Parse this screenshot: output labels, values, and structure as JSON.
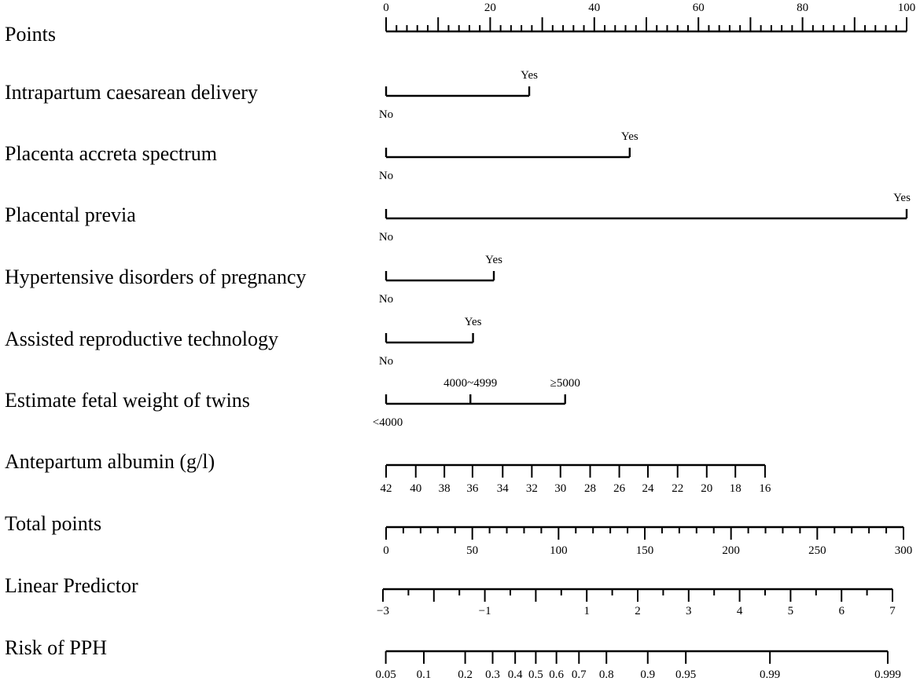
{
  "chart_data": {
    "type": "nomogram",
    "colors": {
      "line": "#000000",
      "text": "#000000",
      "background": "#ffffff"
    },
    "rows": [
      {
        "label": "Points",
        "kind": "scale",
        "ticks": [
          {
            "value": 0,
            "label": "0"
          },
          {
            "value": 20,
            "label": "20"
          },
          {
            "value": 40,
            "label": "40"
          },
          {
            "value": 60,
            "label": "60"
          },
          {
            "value": 80,
            "label": "80"
          },
          {
            "value": 100,
            "label": "100"
          }
        ],
        "minor_step": 2,
        "mid_step": 10,
        "labels_above": true
      },
      {
        "label": "Intrapartum caesarean delivery",
        "kind": "categorical",
        "levels": [
          {
            "label": "No",
            "points": 0
          },
          {
            "label": "Yes",
            "points": 27.5
          }
        ]
      },
      {
        "label": "Placenta accreta spectrum",
        "kind": "categorical",
        "levels": [
          {
            "label": "No",
            "points": 0
          },
          {
            "label": "Yes",
            "points": 46.8
          }
        ]
      },
      {
        "label": "Placental previa",
        "kind": "categorical",
        "levels": [
          {
            "label": "No",
            "points": 0
          },
          {
            "label": "Yes",
            "points": 100
          }
        ]
      },
      {
        "label": "Hypertensive disorders of pregnancy",
        "kind": "categorical",
        "levels": [
          {
            "label": "No",
            "points": 0
          },
          {
            "label": "Yes",
            "points": 20.7
          }
        ]
      },
      {
        "label": "Assisted reproductive technology",
        "kind": "categorical",
        "levels": [
          {
            "label": "No",
            "points": 0
          },
          {
            "label": "Yes",
            "points": 16.7
          }
        ]
      },
      {
        "label": "Estimate fetal weight of twins",
        "kind": "categorical",
        "levels": [
          {
            "label": "<4000",
            "points": 0
          },
          {
            "label": "4000~4999",
            "points": 16.2
          },
          {
            "label": "≥5000",
            "points": 34.4
          }
        ]
      },
      {
        "label": "Antepartum albumin (g/l)",
        "kind": "continuous",
        "ticks": [
          {
            "label": "42",
            "points": 0
          },
          {
            "label": "40",
            "points": 5.7
          },
          {
            "label": "38",
            "points": 11.2
          },
          {
            "label": "36",
            "points": 16.6
          },
          {
            "label": "34",
            "points": 22.4
          },
          {
            "label": "32",
            "points": 28.0
          },
          {
            "label": "30",
            "points": 33.5
          },
          {
            "label": "28",
            "points": 39.2
          },
          {
            "label": "26",
            "points": 44.8
          },
          {
            "label": "24",
            "points": 50.3
          },
          {
            "label": "22",
            "points": 56.0
          },
          {
            "label": "20",
            "points": 61.6
          },
          {
            "label": "18",
            "points": 67.1
          },
          {
            "label": "16",
            "points": 72.8
          }
        ]
      },
      {
        "label": "Total  points",
        "kind": "scale",
        "ticks": [
          {
            "value": 0,
            "label": "0"
          },
          {
            "value": 50,
            "label": "50"
          },
          {
            "value": 100,
            "label": "100"
          },
          {
            "value": 150,
            "label": "150"
          },
          {
            "value": 200,
            "label": "200"
          },
          {
            "value": 250,
            "label": "250"
          },
          {
            "value": 300,
            "label": "300"
          }
        ],
        "minor_step": 10,
        "mid_step": 50,
        "labels_above": false
      },
      {
        "label": "Linear Predictor",
        "kind": "scale",
        "ticks": [
          {
            "value": -3,
            "label": "−3",
            "major": true
          },
          {
            "value": -2,
            "label": "",
            "major": true
          },
          {
            "value": -1,
            "label": "−1",
            "major": true
          },
          {
            "value": 0,
            "label": "",
            "major": true
          },
          {
            "value": 1,
            "label": "1",
            "major": true
          },
          {
            "value": 2,
            "label": "2",
            "major": true
          },
          {
            "value": 3,
            "label": "3",
            "major": true
          },
          {
            "value": 4,
            "label": "4",
            "major": true
          },
          {
            "value": 5,
            "label": "5",
            "major": true
          },
          {
            "value": 6,
            "label": "6",
            "major": true
          },
          {
            "value": 7,
            "label": "7",
            "major": true
          }
        ],
        "minor_step": 0.5,
        "labels_above": false
      },
      {
        "label": "Risk of PPH",
        "kind": "risk",
        "ticks": [
          {
            "label": "0.05",
            "lp": -2.944
          },
          {
            "label": "0.1",
            "lp": -2.197
          },
          {
            "label": "0.2",
            "lp": -1.386
          },
          {
            "label": "0.3",
            "lp": -0.847
          },
          {
            "label": "0.4",
            "lp": -0.405
          },
          {
            "label": "0.5",
            "lp": 0.0
          },
          {
            "label": "0.6",
            "lp": 0.405
          },
          {
            "label": "0.7",
            "lp": 0.847
          },
          {
            "label": "0.8",
            "lp": 1.386
          },
          {
            "label": "0.9",
            "lp": 2.197
          },
          {
            "label": "0.95",
            "lp": 2.944
          },
          {
            "label": "0.99",
            "lp": 4.595
          },
          {
            "label": "0.999",
            "lp": 6.907
          }
        ]
      }
    ]
  }
}
